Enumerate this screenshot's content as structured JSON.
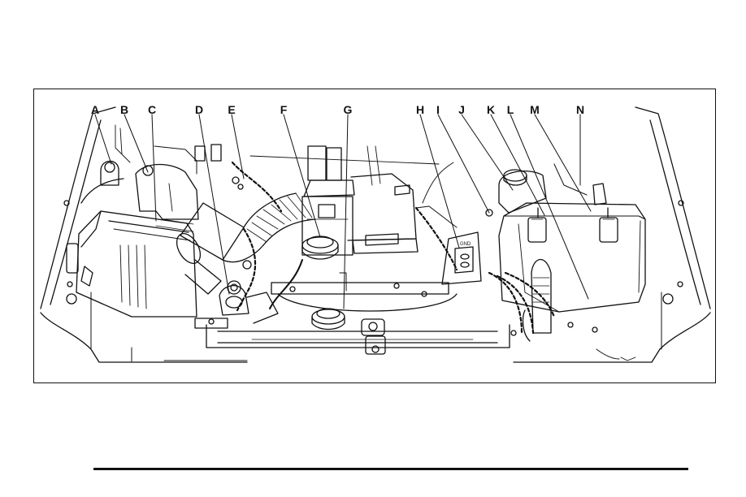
{
  "figure": {
    "description_id": "engine-compartment",
    "callouts": [
      {
        "id": "A",
        "label": "A"
      },
      {
        "id": "B",
        "label": "B"
      },
      {
        "id": "C",
        "label": "C"
      },
      {
        "id": "D",
        "label": "D"
      },
      {
        "id": "E",
        "label": "E"
      },
      {
        "id": "F",
        "label": "F"
      },
      {
        "id": "G",
        "label": "G"
      },
      {
        "id": "H",
        "label": "H"
      },
      {
        "id": "I",
        "label": "I"
      },
      {
        "id": "J",
        "label": "J"
      },
      {
        "id": "K",
        "label": "K"
      },
      {
        "id": "L",
        "label": "L"
      },
      {
        "id": "M",
        "label": "M"
      },
      {
        "id": "N",
        "label": "N"
      }
    ],
    "ground_tag": "GND"
  }
}
